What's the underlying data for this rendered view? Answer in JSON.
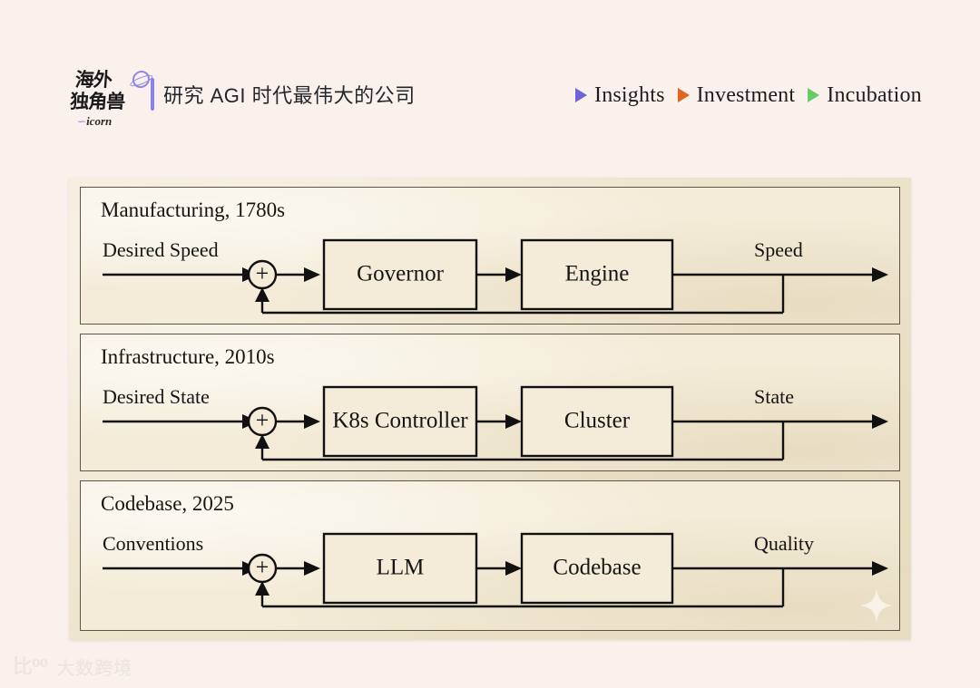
{
  "header": {
    "logo": {
      "line1": "海外",
      "line2": "独角兽",
      "sub": "icorn",
      "swirl": "∽",
      "accent_color": "#8b82ec"
    },
    "title": "研究 AGI 时代最伟大的公司",
    "nav": [
      {
        "label": "Insights",
        "marker": "triangle-right-icon",
        "color": "#6f63d8"
      },
      {
        "label": "Investment",
        "marker": "triangle-right-icon",
        "color": "#e2651f"
      },
      {
        "label": "Incubation",
        "marker": "triangle-right-icon",
        "color": "#66cc66"
      }
    ]
  },
  "card": {
    "background_color": "#efe6d0",
    "border_color": "#5d5646"
  },
  "diagram": {
    "type": "control-loop",
    "panels": [
      {
        "title": "Manufacturing, 1780s",
        "input_label": "Desired Speed",
        "controller": "Governor",
        "plant": "Engine",
        "output_label": "Speed",
        "summing_symbol": "+"
      },
      {
        "title": "Infrastructure, 2010s",
        "input_label": "Desired State",
        "controller": "K8s Controller",
        "plant": "Cluster",
        "output_label": "State",
        "summing_symbol": "+"
      },
      {
        "title": "Codebase, 2025",
        "input_label": "Conventions",
        "controller": "LLM",
        "plant": "Codebase",
        "output_label": "Quality",
        "summing_symbol": "+"
      }
    ],
    "sparkle": "sparkle-icon"
  },
  "footer": {
    "mark": "比⁰⁰",
    "text": "大数跨境"
  }
}
